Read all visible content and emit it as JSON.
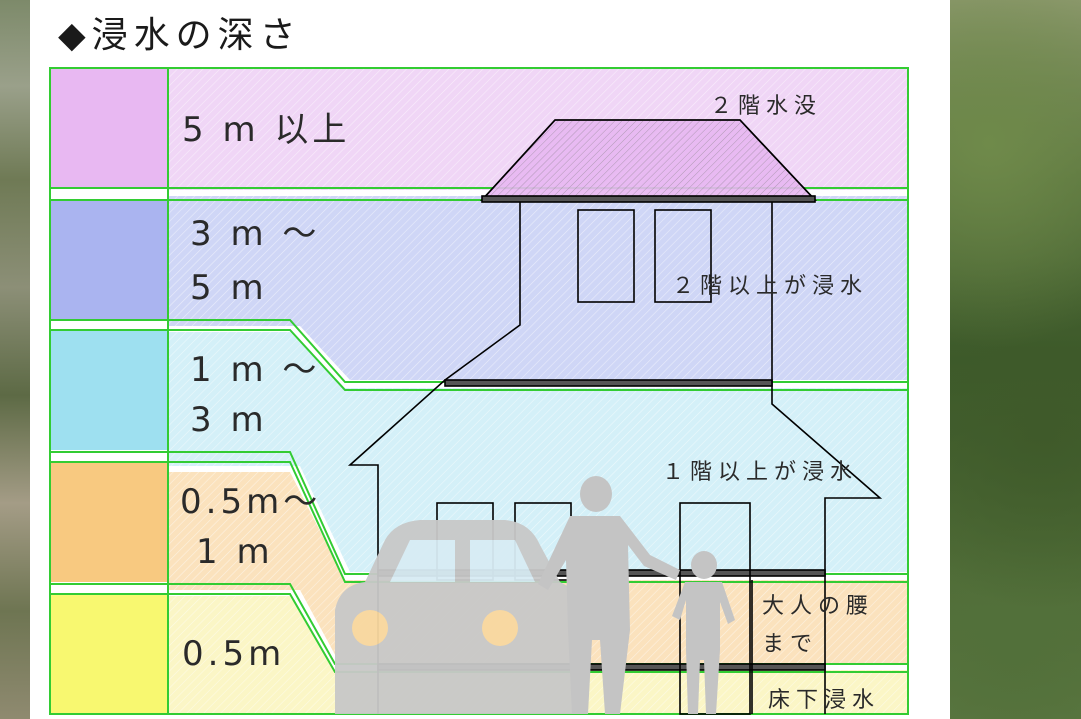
{
  "title": "◆浸水の深さ",
  "colors": {
    "level_5m": "#e8b8f2",
    "level_3_5m": "#aab4f0",
    "level_1_3m": "#9ee0f0",
    "level_05_1m": "#f8c980",
    "level_05m": "#f8f870",
    "border": "#33cc33",
    "silhouette": "#c8c8c8"
  },
  "levels": [
    {
      "line1": "5 m 以上",
      "line2": ""
    },
    {
      "line1": "3 m ～",
      "line2": "5 m"
    },
    {
      "line1": "1 m ～",
      "line2": "3 m"
    },
    {
      "line1": "0.5m～",
      "line2": "1 m"
    },
    {
      "line1": "0.5m",
      "line2": ""
    }
  ],
  "annotations": {
    "second_floor_submerged": "２階水没",
    "above_second_floor": "２階以上が浸水",
    "above_first_floor": "１階以上が浸水",
    "adult_waist_line1": "大人の腰",
    "adult_waist_line2": "まで",
    "below_floor": "床下浸水"
  },
  "icons": [
    "house-icon",
    "car-icon",
    "adult-figure-icon",
    "child-figure-icon"
  ]
}
